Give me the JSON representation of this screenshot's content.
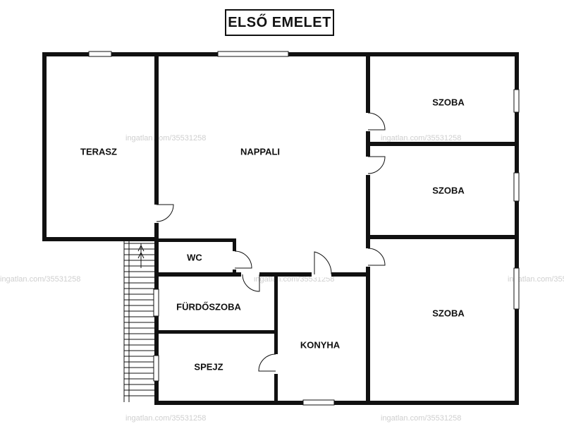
{
  "title": "ELSŐ EMELET",
  "rooms": {
    "terasz": "TERASZ",
    "nappali": "NAPPALI",
    "szoba1": "SZOBA",
    "szoba2": "SZOBA",
    "szoba3": "SZOBA",
    "wc": "WC",
    "furdoszoba": "FÜRDŐSZOBA",
    "spejz": "SPEJZ",
    "konyha": "KONYHA"
  },
  "watermark": "ingatlan.com/35531258"
}
